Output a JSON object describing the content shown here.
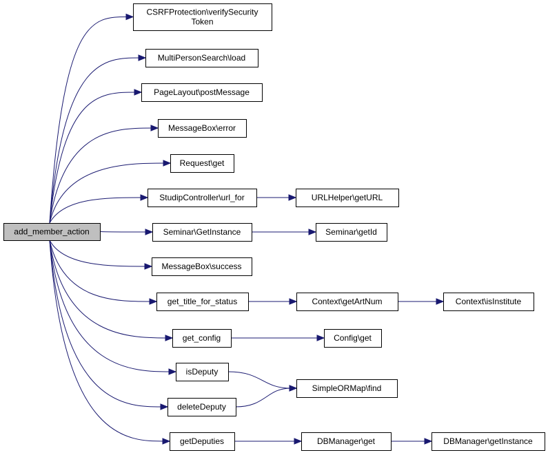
{
  "graph": {
    "nodes": [
      {
        "id": "add_member_action",
        "lines": [
          "add_member_action"
        ],
        "root": true
      },
      {
        "id": "verifySecurityToken",
        "lines": [
          "CSRFProtection\\verifySecurity",
          "Token"
        ]
      },
      {
        "id": "mps_load",
        "lines": [
          "MultiPersonSearch\\load"
        ]
      },
      {
        "id": "postMessage",
        "lines": [
          "PageLayout\\postMessage"
        ]
      },
      {
        "id": "mb_error",
        "lines": [
          "MessageBox\\error"
        ]
      },
      {
        "id": "request_get",
        "lines": [
          "Request\\get"
        ]
      },
      {
        "id": "url_for",
        "lines": [
          "StudipController\\url_for"
        ]
      },
      {
        "id": "getURL",
        "lines": [
          "URLHelper\\getURL"
        ]
      },
      {
        "id": "seminar_getInstance",
        "lines": [
          "Seminar\\GetInstance"
        ]
      },
      {
        "id": "seminar_getId",
        "lines": [
          "Seminar\\getId"
        ]
      },
      {
        "id": "mb_success",
        "lines": [
          "MessageBox\\success"
        ]
      },
      {
        "id": "get_title_for_status",
        "lines": [
          "get_title_for_status"
        ]
      },
      {
        "id": "getArtNum",
        "lines": [
          "Context\\getArtNum"
        ]
      },
      {
        "id": "isInstitute",
        "lines": [
          "Context\\isInstitute"
        ]
      },
      {
        "id": "get_config",
        "lines": [
          "get_config"
        ]
      },
      {
        "id": "config_get",
        "lines": [
          "Config\\get"
        ]
      },
      {
        "id": "isDeputy",
        "lines": [
          "isDeputy"
        ]
      },
      {
        "id": "sorm_find",
        "lines": [
          "SimpleORMap\\find"
        ]
      },
      {
        "id": "deleteDeputy",
        "lines": [
          "deleteDeputy"
        ]
      },
      {
        "id": "getDeputies",
        "lines": [
          "getDeputies"
        ]
      },
      {
        "id": "dbm_get",
        "lines": [
          "DBManager\\get"
        ]
      },
      {
        "id": "dbm_getInstance",
        "lines": [
          "DBManager\\getInstance"
        ]
      }
    ],
    "edges": [
      {
        "from": "add_member_action",
        "to": "verifySecurityToken"
      },
      {
        "from": "add_member_action",
        "to": "mps_load"
      },
      {
        "from": "add_member_action",
        "to": "postMessage"
      },
      {
        "from": "add_member_action",
        "to": "mb_error"
      },
      {
        "from": "add_member_action",
        "to": "request_get"
      },
      {
        "from": "add_member_action",
        "to": "url_for"
      },
      {
        "from": "add_member_action",
        "to": "seminar_getInstance"
      },
      {
        "from": "add_member_action",
        "to": "mb_success"
      },
      {
        "from": "add_member_action",
        "to": "get_title_for_status"
      },
      {
        "from": "add_member_action",
        "to": "get_config"
      },
      {
        "from": "add_member_action",
        "to": "isDeputy"
      },
      {
        "from": "add_member_action",
        "to": "deleteDeputy"
      },
      {
        "from": "add_member_action",
        "to": "getDeputies"
      },
      {
        "from": "url_for",
        "to": "getURL"
      },
      {
        "from": "seminar_getInstance",
        "to": "seminar_getId"
      },
      {
        "from": "get_title_for_status",
        "to": "getArtNum"
      },
      {
        "from": "getArtNum",
        "to": "isInstitute"
      },
      {
        "from": "get_config",
        "to": "config_get"
      },
      {
        "from": "isDeputy",
        "to": "sorm_find"
      },
      {
        "from": "deleteDeputy",
        "to": "sorm_find"
      },
      {
        "from": "getDeputies",
        "to": "dbm_get"
      },
      {
        "from": "dbm_get",
        "to": "dbm_getInstance"
      }
    ],
    "colors": {
      "edge": "#191970",
      "node_border": "#000000",
      "root_fill": "#bfbfbf",
      "node_fill": "#ffffff"
    }
  }
}
